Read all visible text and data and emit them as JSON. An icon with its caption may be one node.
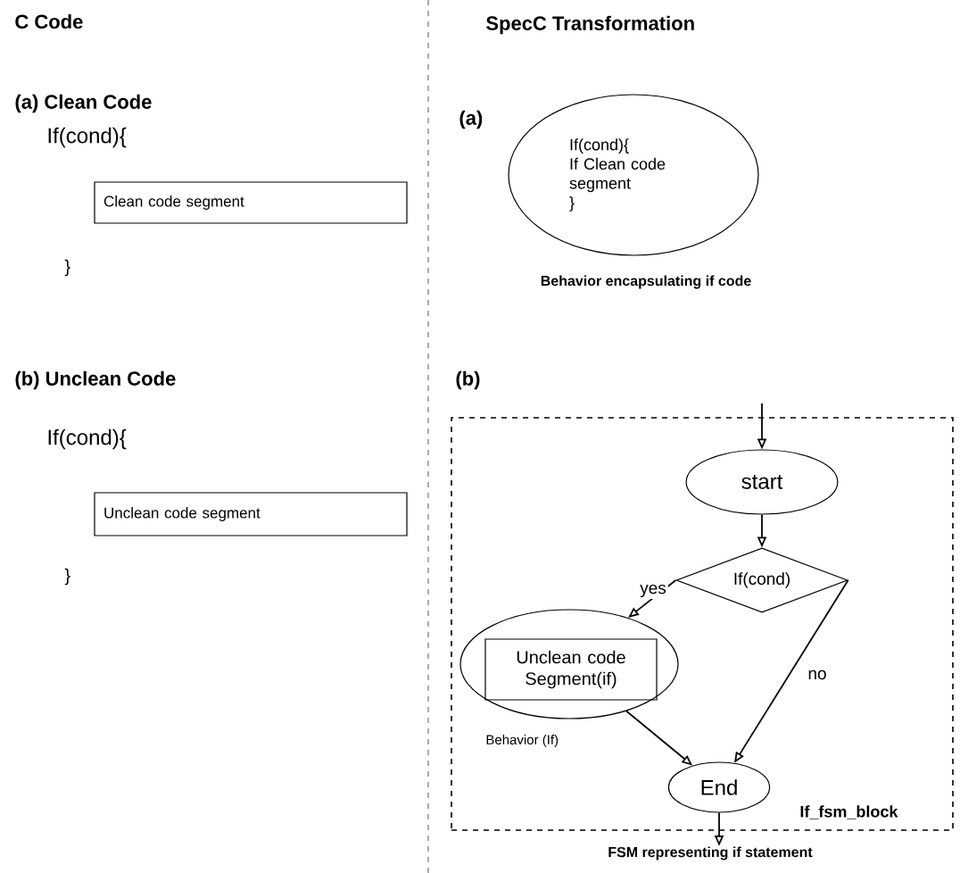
{
  "diagram": {
    "nodes": [
      {
        "text": [
          "Clean code segment"
        ]
      },
      {
        "text": [
          "Unclean code segment"
        ]
      },
      {
        "text": [
          "If(cond){",
          "If Clean code segment",
          "}"
        ],
        "beside": [
          "Behavior encapsulating if code"
        ]
      },
      {
        "text": [
          "If_fsm_block"
        ],
        "beside": [
          "FSM representing if statement"
        ]
      },
      {
        "text": [
          "start"
        ],
        "in": 3
      },
      {
        "text": [
          "If(cond)"
        ],
        "in": 3
      },
      {
        "text": [],
        "shape": "circle",
        "in": 3,
        "beside": [
          "Behavior (If)"
        ]
      },
      {
        "text": [
          "Unclean code Segment(if)"
        ],
        "in": 6
      },
      {
        "text": [
          "End"
        ],
        "in": 3
      }
    ],
    "edges": [
      {
        "from": null,
        "to": 4,
        "arrow": "to"
      },
      {
        "from": 4,
        "to": 5,
        "arrow": "to"
      },
      {
        "from": 5,
        "to": 6,
        "arrow": "to",
        "label": "yes"
      },
      {
        "from": 5,
        "to": 8,
        "arrow": "to",
        "label": "no"
      },
      {
        "from": 6,
        "to": 8,
        "arrow": "to"
      },
      {
        "from": 8,
        "to": null,
        "arrow": "to"
      }
    ],
    "labels": [
      "C Code",
      "(a) Clean Code",
      "If(cond){",
      "}",
      "(b) Unclean Code",
      "If(cond){",
      "}",
      "SpecC Transformation",
      "(a)",
      "(b)"
    ]
  }
}
